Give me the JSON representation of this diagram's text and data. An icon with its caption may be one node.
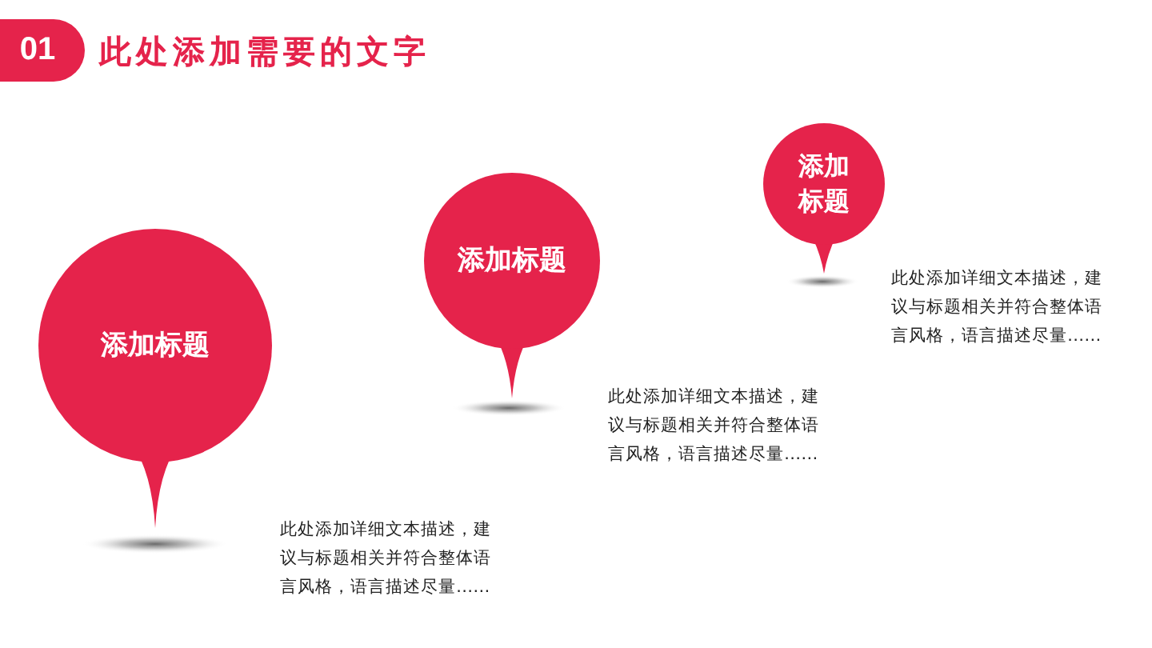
{
  "diagram": {
    "title": "此处添加需要的文字",
    "nodes": [
      {
        "text": [
          "01"
        ]
      },
      {
        "text": [
          "添加标题"
        ],
        "beside": [
          "此处添加详细文本描述，建议与标题相关并符合整体语言风格，语言描述尽量……"
        ]
      },
      {
        "text": [
          "添加标题"
        ],
        "beside": [
          "此处添加详细文本描述，建议与标题相关并符合整体语言风格，语言描述尽量……"
        ]
      },
      {
        "text": [
          "添加标题"
        ],
        "beside": [
          "此处添加详细文本描述，建议与标题相关并符合整体语言风格，语言描述尽量……"
        ]
      }
    ]
  }
}
